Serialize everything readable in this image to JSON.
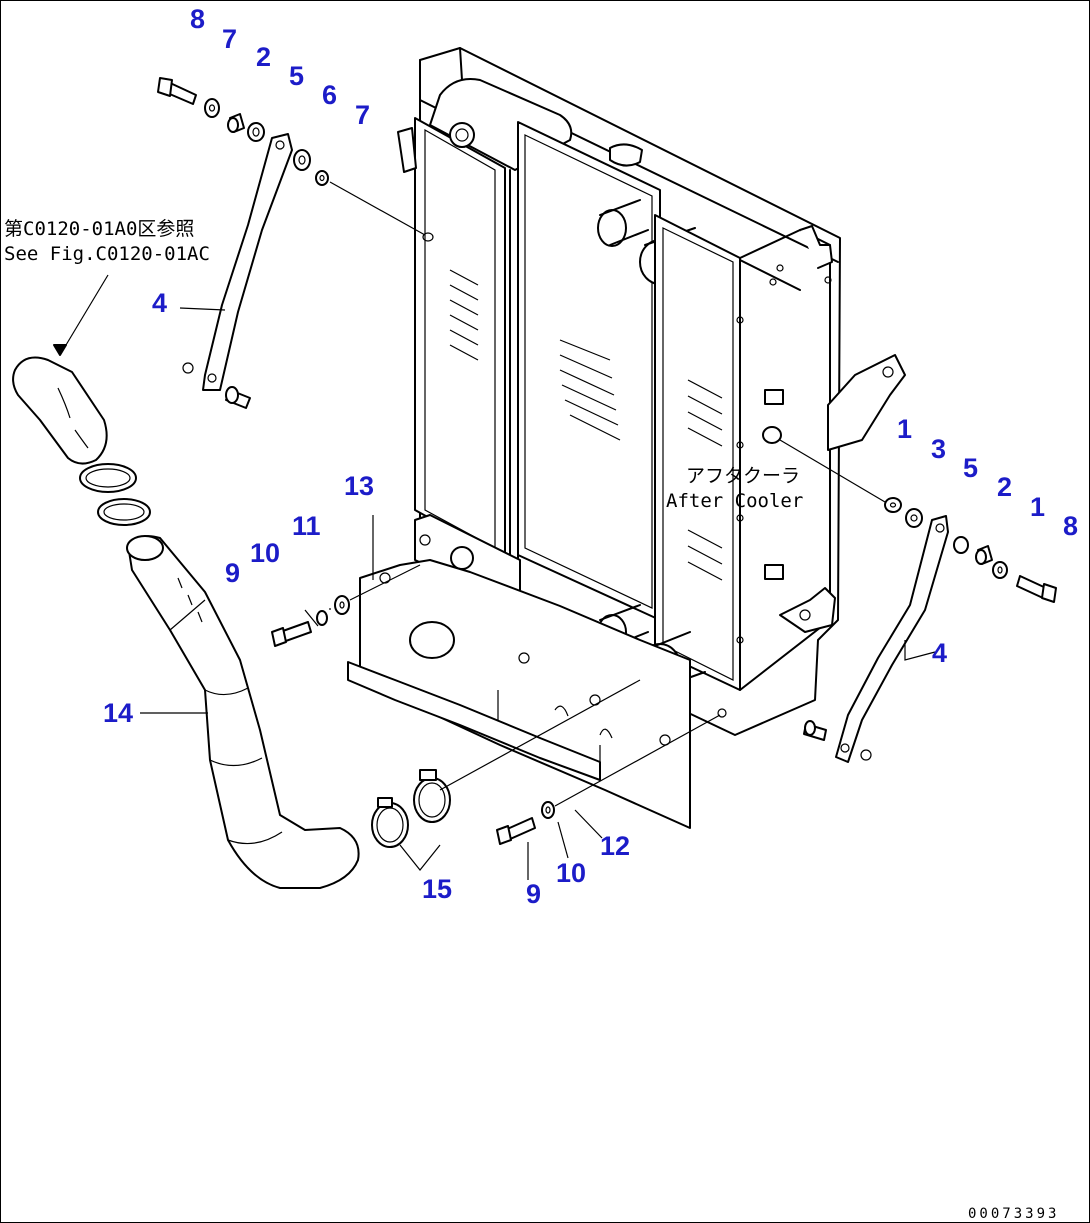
{
  "labels": {
    "l8a": "8",
    "l7a": "7",
    "l2a": "2",
    "l5a": "5",
    "l6": "6",
    "l7b": "7",
    "l4a": "4",
    "l1a": "1",
    "l3": "3",
    "l5b": "5",
    "l2b": "2",
    "l1b": "1",
    "l8b": "8",
    "l13": "13",
    "l11": "11",
    "l10a": "10",
    "l9a": "9",
    "l14": "14",
    "l4b": "4",
    "l12": "12",
    "l10b": "10",
    "l9b": "9",
    "l15": "15"
  },
  "notes": {
    "ref_jp": "第C0120-01A0区参照",
    "ref_en": "See Fig.C0120-01AC",
    "aftercooler_jp": "アフタクーラ",
    "aftercooler_en": "After Cooler"
  },
  "drawing_code": "00073393",
  "colors": {
    "callout": "#1c1cc8",
    "line": "#000000",
    "background": "#ffffff"
  }
}
